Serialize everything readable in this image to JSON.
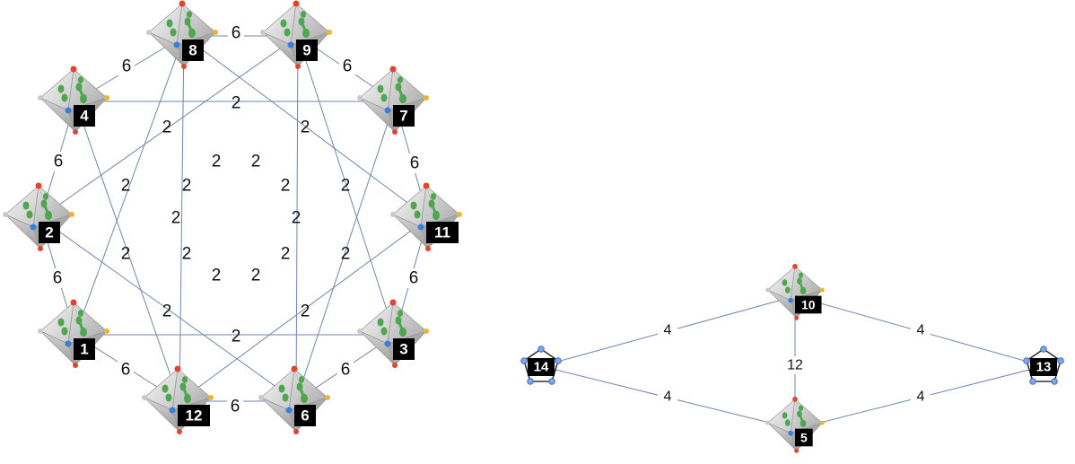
{
  "graph_a": {
    "nodes": [
      {
        "id": "1",
        "label": "1",
        "icon": "octahedron-icon"
      },
      {
        "id": "2",
        "label": "2",
        "icon": "octahedron-icon"
      },
      {
        "id": "3",
        "label": "3",
        "icon": "octahedron-icon"
      },
      {
        "id": "4",
        "label": "4",
        "icon": "octahedron-icon"
      },
      {
        "id": "6",
        "label": "6",
        "icon": "octahedron-icon"
      },
      {
        "id": "7",
        "label": "7",
        "icon": "octahedron-icon"
      },
      {
        "id": "8",
        "label": "8",
        "icon": "octahedron-icon"
      },
      {
        "id": "9",
        "label": "9",
        "icon": "octahedron-icon"
      },
      {
        "id": "11",
        "label": "11",
        "icon": "octahedron-icon"
      },
      {
        "id": "12",
        "label": "12",
        "icon": "octahedron-icon"
      }
    ],
    "ring_edges": [
      {
        "from": "8",
        "to": "9",
        "label": "6"
      },
      {
        "from": "9",
        "to": "7",
        "label": "6"
      },
      {
        "from": "7",
        "to": "11",
        "label": "6"
      },
      {
        "from": "11",
        "to": "3",
        "label": "6"
      },
      {
        "from": "3",
        "to": "6",
        "label": "6"
      },
      {
        "from": "6",
        "to": "12",
        "label": "6"
      },
      {
        "from": "12",
        "to": "1",
        "label": "6"
      },
      {
        "from": "1",
        "to": "2",
        "label": "6"
      },
      {
        "from": "2",
        "to": "4",
        "label": "6"
      },
      {
        "from": "4",
        "to": "8",
        "label": "6"
      }
    ],
    "chord_label": "2"
  },
  "graph_b": {
    "nodes": [
      {
        "id": "10",
        "label": "10",
        "icon": "octahedron-icon"
      },
      {
        "id": "5",
        "label": "5",
        "icon": "octahedron-icon"
      },
      {
        "id": "14",
        "label": "14",
        "icon": "pentagon-icon"
      },
      {
        "id": "13",
        "label": "13",
        "icon": "pentagon-icon"
      }
    ],
    "edges": [
      {
        "from": "14",
        "to": "10",
        "label": "4"
      },
      {
        "from": "10",
        "to": "13",
        "label": "4"
      },
      {
        "from": "14",
        "to": "5",
        "label": "4"
      },
      {
        "from": "5",
        "to": "13",
        "label": "4"
      },
      {
        "from": "10",
        "to": "5",
        "label": "12"
      }
    ]
  },
  "colors": {
    "edge": "#6f86ad",
    "node_face_light": "#ececec",
    "node_face_dark": "#b9b9b9",
    "node_spot": "#4ea64e",
    "node_vertex_top": "#e0452c",
    "node_vertex_side": "#f0b429",
    "node_vertex_front": "#3b7ed8",
    "label_bg": "#000000",
    "label_text": "#ffffff"
  }
}
